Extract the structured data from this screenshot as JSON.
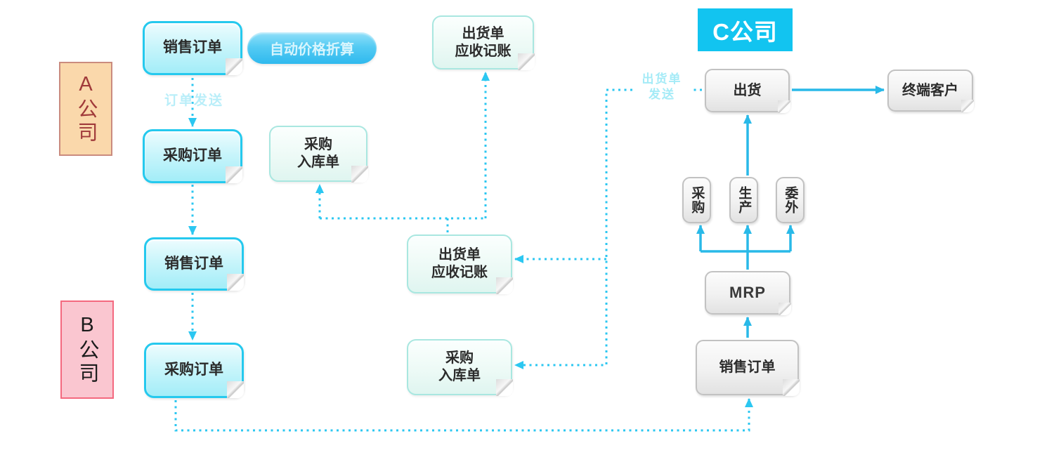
{
  "companies": {
    "a": {
      "label": "A公司"
    },
    "b": {
      "label": "B公司"
    },
    "c": {
      "label": "C公司"
    }
  },
  "nodes": {
    "a_sales": {
      "label": "销售订单"
    },
    "a_purchase": {
      "label": "采购订单"
    },
    "a_receipt": {
      "line1": "采购",
      "line2": "入库单"
    },
    "a_shipment": {
      "line1": "出货单",
      "line2": "应收记账"
    },
    "b_sales": {
      "label": "销售订单"
    },
    "b_purchase": {
      "label": "采购订单"
    },
    "b_shipment": {
      "line1": "出货单",
      "line2": "应收记账"
    },
    "b_receipt": {
      "line1": "采购",
      "line2": "入库单"
    },
    "c_ship": {
      "label": "出货"
    },
    "end_customer": {
      "label": "终端客户"
    },
    "c_purchase": {
      "label": "采购"
    },
    "c_production": {
      "label": "生产"
    },
    "c_outsource": {
      "label": "委外"
    },
    "mrp": {
      "label": "MRP"
    },
    "c_sales": {
      "label": "销售订单"
    }
  },
  "annotations": {
    "auto_price": {
      "label": "自动价格折算"
    },
    "order_send": {
      "label": "订单发送"
    },
    "ship_send": {
      "line1": "出货单",
      "line2": "发送"
    }
  },
  "colors": {
    "solid_arrow": "#29B9E8",
    "dotted_arrow": "#2CC7F1",
    "cyan_node_border": "#25C9EE",
    "light_node_border": "#A9E7E0",
    "gray_node_border": "#C2C2C2",
    "company_a_bg": "#FAD8AB",
    "company_b_bg": "#FAC6D0",
    "company_c_bg": "#12C4F0"
  }
}
